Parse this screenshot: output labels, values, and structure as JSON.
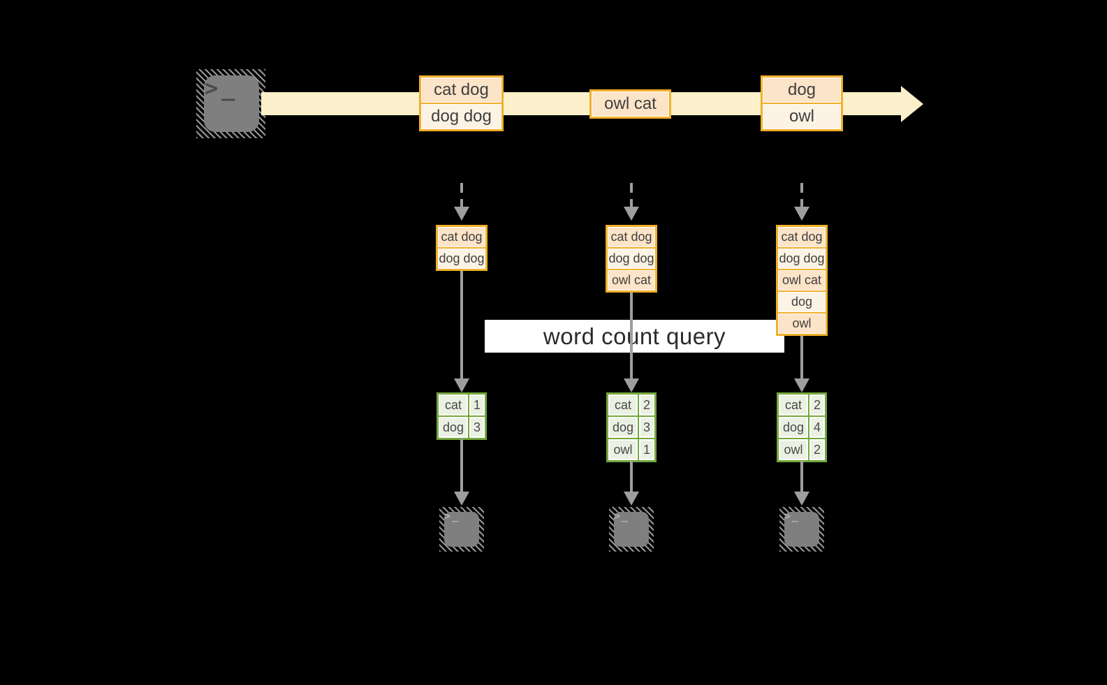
{
  "query_band": {
    "label": "word count query"
  },
  "source_terminal": {
    "icon": "terminal-icon",
    "prompt": ">_"
  },
  "stream": {
    "messages": [
      {
        "lines": [
          "cat dog",
          "dog dog"
        ]
      },
      {
        "lines": [
          "owl cat"
        ]
      },
      {
        "lines": [
          "dog",
          "owl"
        ]
      }
    ]
  },
  "tasks": [
    {
      "buffer": [
        "cat dog",
        "dog dog"
      ],
      "counts": [
        {
          "word": "cat",
          "count": "1"
        },
        {
          "word": "dog",
          "count": "3"
        }
      ],
      "sink_prompt": ">_"
    },
    {
      "buffer": [
        "cat dog",
        "dog dog",
        "owl cat"
      ],
      "counts": [
        {
          "word": "cat",
          "count": "2"
        },
        {
          "word": "dog",
          "count": "3"
        },
        {
          "word": "owl",
          "count": "1"
        }
      ],
      "sink_prompt": ">_"
    },
    {
      "buffer": [
        "cat dog",
        "dog dog",
        "owl cat",
        "dog",
        "owl"
      ],
      "counts": [
        {
          "word": "cat",
          "count": "2"
        },
        {
          "word": "dog",
          "count": "4"
        },
        {
          "word": "owl",
          "count": "2"
        }
      ],
      "sink_prompt": ">_"
    }
  ],
  "colors": {
    "gold_border": "#f0b02a",
    "peach_fill": "#fce4c8",
    "cream_fill": "#fdf3e4",
    "stream_band": "#fbf0cb",
    "green_border": "#74a83c",
    "green_fill": "#ebf1e2",
    "arrow_gray": "#9e9e9e",
    "terminal_gray": "#7f7f7f",
    "query_band_bg": "#ffffff",
    "text": "#3f3f3f"
  }
}
